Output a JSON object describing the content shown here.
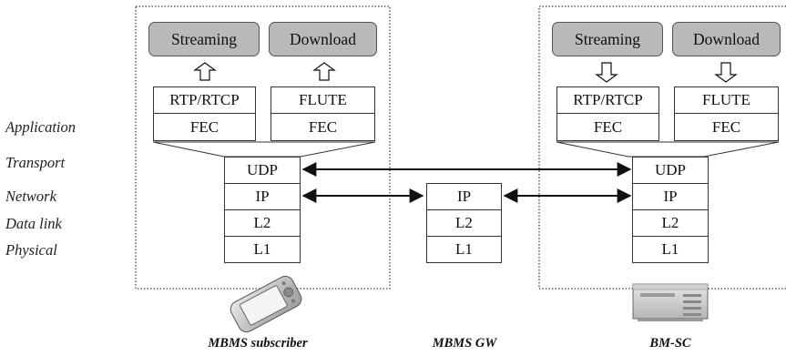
{
  "layers": [
    "Application",
    "Transport",
    "Network",
    "Data link",
    "Physical"
  ],
  "nodes": {
    "subscriber": {
      "label": "MBMS subscriber",
      "apps": [
        "Streaming",
        "Download"
      ],
      "protocols": [
        "RTP/RTCP",
        "FLUTE"
      ],
      "fec": [
        "FEC",
        "FEC"
      ],
      "stack": [
        "UDP",
        "IP",
        "L2",
        "L1"
      ]
    },
    "gateway": {
      "label": "MBMS GW",
      "stack": [
        "IP",
        "L2",
        "L1"
      ]
    },
    "bmsc": {
      "label": "BM-SC",
      "apps": [
        "Streaming",
        "Download"
      ],
      "protocols": [
        "RTP/RTCP",
        "FLUTE"
      ],
      "fec": [
        "FEC",
        "FEC"
      ],
      "stack": [
        "UDP",
        "IP",
        "L2",
        "L1"
      ]
    }
  },
  "colors": {
    "app_fill": "#b9b9b9",
    "line": "#111111",
    "dotted_border": "#444444"
  },
  "icons": {
    "subscriber_device": "pda-icon",
    "server_device": "server-icon"
  }
}
